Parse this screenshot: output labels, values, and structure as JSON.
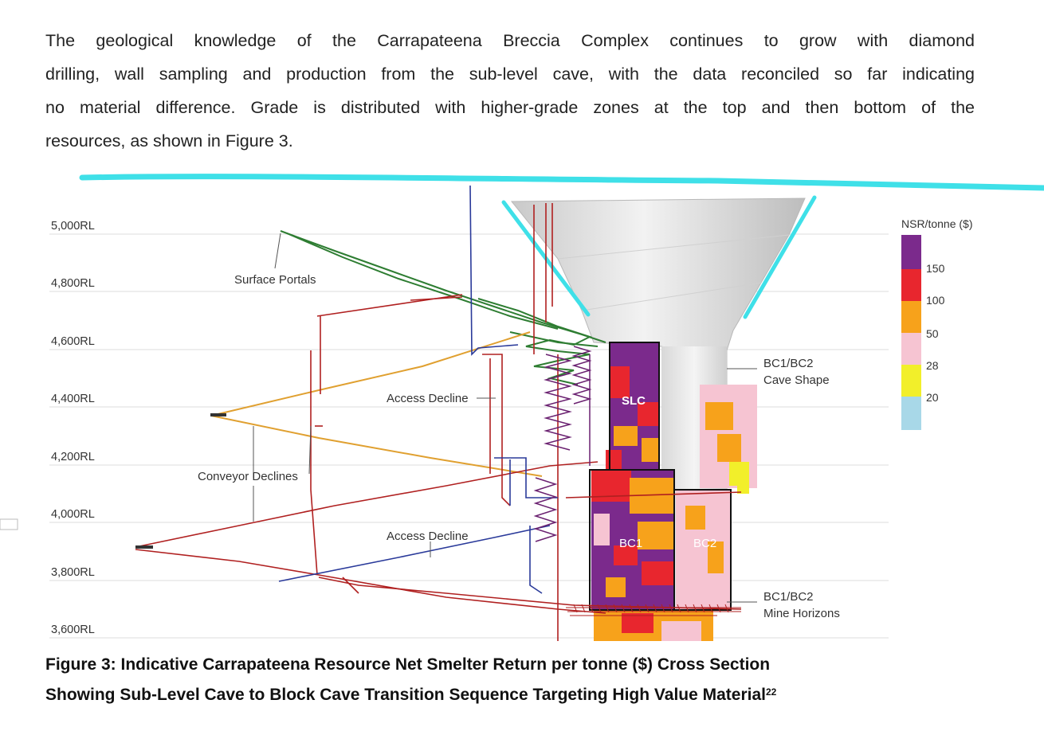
{
  "paragraph": {
    "lines": [
      "The geological knowledge of the Carrapateena Breccia Complex continues to grow with diamond",
      "drilling, wall sampling and production from the sub-level cave, with the data reconciled so far indicating",
      "no material difference. Grade is distributed with higher-grade zones at the top and then bottom of the",
      "resources, as shown in Figure 3."
    ]
  },
  "figure": {
    "rl_levels": [
      "5,000RL",
      "4,800RL",
      "4,600RL",
      "4,400RL",
      "4,200RL",
      "4,000RL",
      "3,800RL",
      "3,600RL"
    ],
    "labels": {
      "surface_portals": "Surface Portals",
      "access_decline_upper": "Access Decline",
      "conveyor_declines": "Conveyor Declines",
      "access_decline_lower": "Access Decline",
      "cave_shape_1": "BC1/BC2",
      "cave_shape_2": "Cave Shape",
      "mine_horizons_1": "BC1/BC2",
      "mine_horizons_2": "Mine Horizons",
      "slc": "SLC",
      "bc1": "BC1",
      "bc2": "BC2"
    },
    "legend": {
      "title": "NSR/tonne ($)",
      "ticks": [
        "150",
        "100",
        "50",
        "28",
        "20"
      ],
      "colors": [
        "#7b2a8c",
        "#e8262e",
        "#f7a21b",
        "#f6c4d2",
        "#f2ef2a",
        "#a8d8e8"
      ]
    },
    "line_colors": {
      "annotation": "#3fe0e8",
      "portal_tunnels": "#2e7d32",
      "conveyor": "#e0a030",
      "decline": "#b02020",
      "access_blue": "#2a3a9a"
    }
  },
  "caption": {
    "line1": "Figure 3: Indicative Carrapateena Resource Net Smelter Return per tonne ($) Cross Section",
    "line2": "Showing Sub-Level Cave to Block Cave Transition Sequence Targeting High Value Material",
    "superscript": "22"
  }
}
